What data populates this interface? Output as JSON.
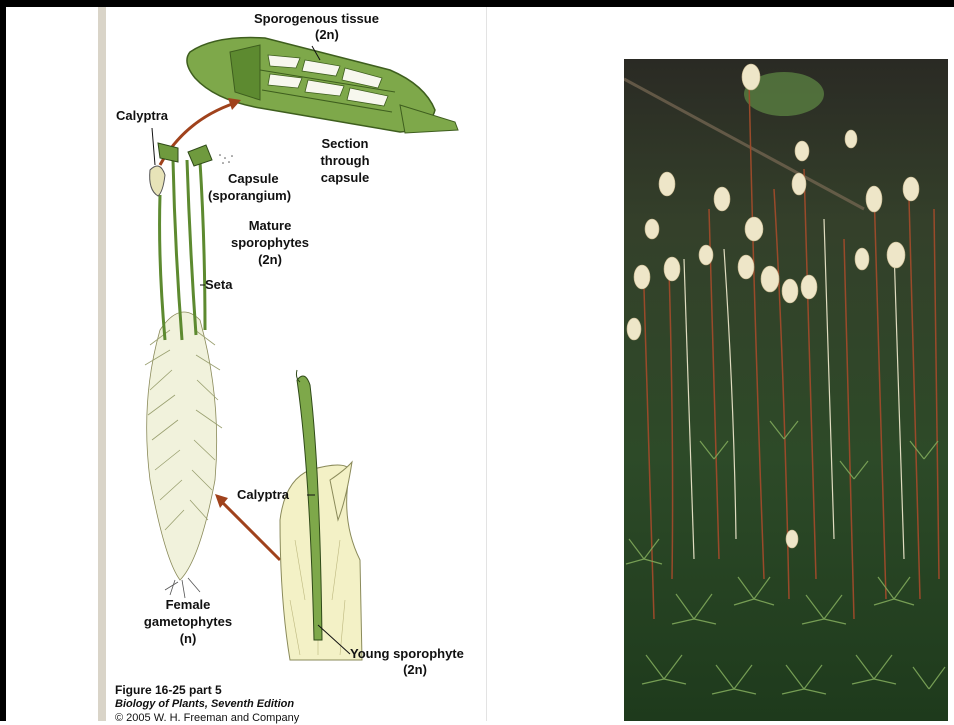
{
  "labels": {
    "sporogenous_tissue": "Sporogenous tissue",
    "sporogenous_ploidy": "(2n)",
    "section_line1": "Section",
    "section_line2": "through",
    "section_line3": "capsule",
    "calyptra_top": "Calyptra",
    "capsule_line1": "Capsule",
    "capsule_line2": "(sporangium)",
    "mature_line1": "Mature",
    "mature_line2": "sporophytes",
    "mature_ploidy": "(2n)",
    "seta": "Seta",
    "calyptra_bottom": "Calyptra",
    "female_line1": "Female",
    "female_line2": "gametophytes",
    "female_ploidy": "(n)",
    "young_line1": "Young sporophyte",
    "young_ploidy": "(2n)"
  },
  "caption": {
    "figure": "Figure 16-25 part 5",
    "book": "Biology of Plants, Seventh Edition",
    "copyright": "© 2005 W. H. Freeman and Company"
  },
  "colors": {
    "accent_arrow": "#a0421c",
    "moss_green": "#6f9a3e",
    "capsule_green": "#7ea84a",
    "gametophyte_cream": "#eef0c8",
    "sidebar_strip": "#d9d4c8"
  }
}
